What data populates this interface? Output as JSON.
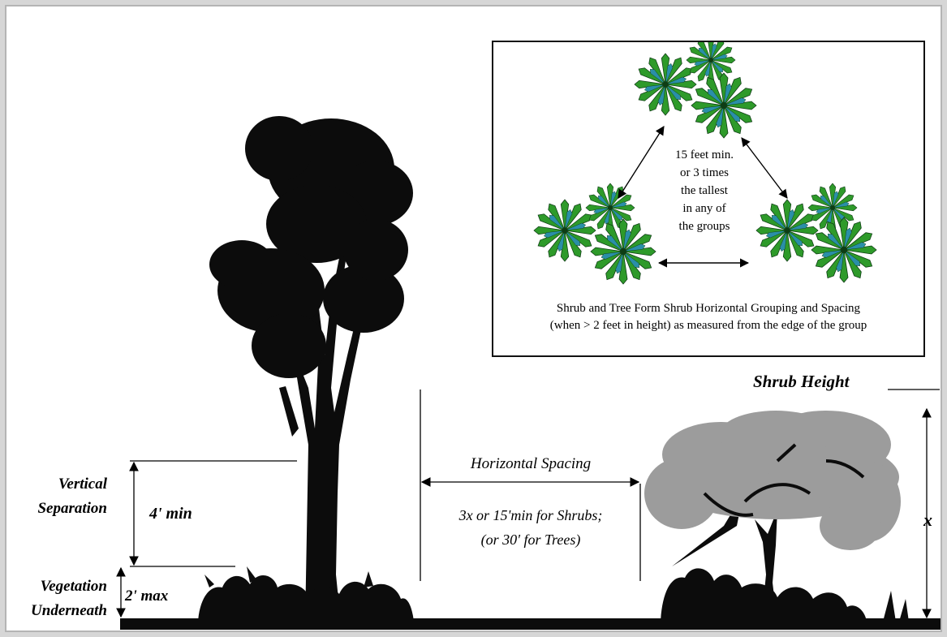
{
  "colors": {
    "silhouette": "#0c0c0c",
    "shrub_gray": "#9c9c9c",
    "foliage_green": "#2e9a2a",
    "foliage_teal": "#2a8fa8",
    "foliage_dark": "#0e3d14"
  },
  "inset": {
    "spacing_text": [
      "15 feet min.",
      "or 3 times",
      "the tallest",
      "in any of",
      "the groups"
    ],
    "caption": [
      "Shrub and Tree Form Shrub Horizontal Grouping and Spacing",
      "(when > 2 feet in height) as measured from the edge of the group"
    ]
  },
  "labels": {
    "vertical_separation": [
      "Vertical",
      "Separation"
    ],
    "vertical_min": "4' min",
    "vegetation_underneath": [
      "Vegetation",
      "Underneath"
    ],
    "vegetation_max": "2' max",
    "horizontal_spacing": "Horizontal Spacing",
    "spacing_rule": [
      "3x or 15'min for Shrubs;",
      "(or 30' for Trees)"
    ],
    "shrub_height": "Shrub Height",
    "height_var": "x"
  }
}
